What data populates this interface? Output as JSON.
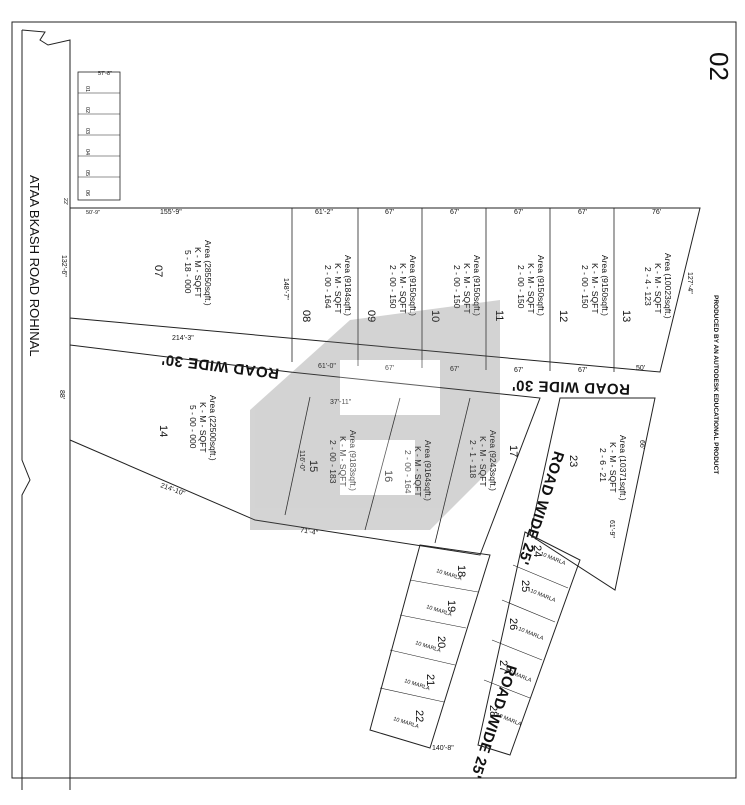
{
  "sheet_no": "02",
  "producer_note": "PRODUCED BY AN AUTODESK EDUCATIONAL PRODUCT",
  "main_road": "ATAA BKASH ROAD ROHINAL",
  "roads": {
    "road_30_a": "ROAD WIDE 30'",
    "road_30_b": "ROAD WIDE 30'",
    "road_25_a": "ROAD WIDE 25'",
    "road_25_b": "ROAD WIDE 25'"
  },
  "plots": [
    {
      "no": "07",
      "area": "Area (28550sqft.)",
      "units": "K - M - SQFT",
      "value": "5 - 18 - 000"
    },
    {
      "no": "08",
      "area": "Area (9184sqft.)",
      "units": "K - M - SQFT",
      "value": "2 - 00 - 164"
    },
    {
      "no": "09",
      "area": "Area (9150sqft.)",
      "units": "K - M - SQFT",
      "value": "2 - 00 - 150"
    },
    {
      "no": "10",
      "area": "Area (9150sqft.)",
      "units": "K - M - SQFT",
      "value": "2 - 00 - 150"
    },
    {
      "no": "11",
      "area": "Area (9150sqft.)",
      "units": "K - M - SQFT",
      "value": "2 - 00 - 150"
    },
    {
      "no": "12",
      "area": "Area (9150sqft.)",
      "units": "K - M - SQFT",
      "value": "2 - 00 - 150"
    },
    {
      "no": "13",
      "area": "Area (10023sqft.)",
      "units": "K - M - SQFT",
      "value": "2 - 4 - 123"
    },
    {
      "no": "14",
      "area": "Area (22500sqft.)",
      "units": "K - M - SQFT",
      "value": "5 - 00 - 000"
    },
    {
      "no": "15",
      "area": "Area (9183sqft.)",
      "units": "K - M - SQFT",
      "value": "2 - 00 - 183"
    },
    {
      "no": "16",
      "area": "Area (9164sqft.)",
      "units": "K - M - SQFT",
      "value": "2 - 00 - 164"
    },
    {
      "no": "17",
      "area": "Area (9243sqft.)",
      "units": "K - M - SQFT",
      "value": "2 - 1 - 118"
    },
    {
      "no": "23",
      "area": "Area (10371sqft.)",
      "units": "K - M - SQFT",
      "value": "2 - 6 - 21"
    }
  ],
  "small_plots": [
    {
      "no": "18",
      "label": "10 MARLA"
    },
    {
      "no": "19",
      "label": "10 MARLA"
    },
    {
      "no": "20",
      "label": "10 MARLA"
    },
    {
      "no": "21",
      "label": "10 MARLA"
    },
    {
      "no": "22",
      "label": "10 MARLA"
    },
    {
      "no": "24",
      "label": "10 MARLA"
    },
    {
      "no": "25",
      "label": "10 MARLA"
    },
    {
      "no": "26",
      "label": "10 MARLA"
    },
    {
      "no": "27",
      "label": "10 MARLA"
    },
    {
      "no": "28",
      "label": "10 MARLA"
    }
  ],
  "top_strip": [
    "01",
    "02",
    "03",
    "04",
    "05",
    "06"
  ],
  "dimensions": {
    "d1": "155'-9\"",
    "d2": "61'-2\"",
    "d3": "67'",
    "d4": "67'",
    "d5": "67'",
    "d6": "67'",
    "d7": "76'",
    "d8": "132'-6\"",
    "d9": "148'-7\"",
    "d10": "214'-3\"",
    "d11": "61'-0\"",
    "d12": "67'",
    "d13": "67'",
    "d14": "67'",
    "d15": "67'",
    "d16": "50'",
    "d17": "37'-11\"",
    "d18": "214'-10\"",
    "d19": "71'-4\"",
    "d20": "116'-0\"",
    "d21": "127'-4\"",
    "d22": "61'-9\"",
    "d23": "140'-8\"",
    "d24": "57'-8\"",
    "d25": "50'-9\"",
    "d26": "22'",
    "d27": "88'",
    "d28": "66'"
  }
}
